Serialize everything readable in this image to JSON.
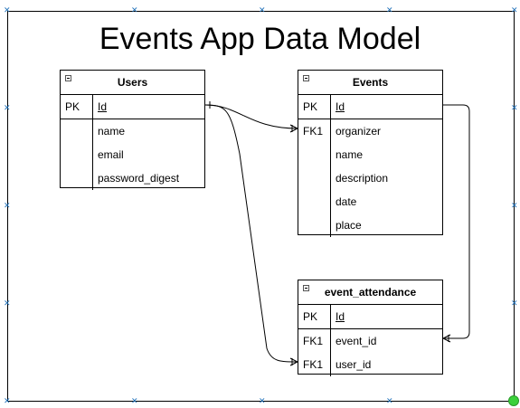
{
  "title": "Events App Data Model",
  "tables": {
    "users": {
      "name": "Users",
      "rows": [
        {
          "key": "PK",
          "field": "Id"
        },
        {
          "key": "",
          "field": "name"
        },
        {
          "key": "",
          "field": "email"
        },
        {
          "key": "",
          "field": "password_digest"
        }
      ]
    },
    "events": {
      "name": "Events",
      "rows": [
        {
          "key": "PK",
          "field": "Id"
        },
        {
          "key": "FK1",
          "field": "organizer"
        },
        {
          "key": "",
          "field": "name"
        },
        {
          "key": "",
          "field": "description"
        },
        {
          "key": "",
          "field": "date"
        },
        {
          "key": "",
          "field": "place"
        }
      ]
    },
    "event_attendance": {
      "name": "event_attendance",
      "rows": [
        {
          "key": "PK",
          "field": "Id"
        },
        {
          "key": "FK1",
          "field": "event_id"
        },
        {
          "key": "FK1",
          "field": "user_id"
        }
      ]
    }
  }
}
